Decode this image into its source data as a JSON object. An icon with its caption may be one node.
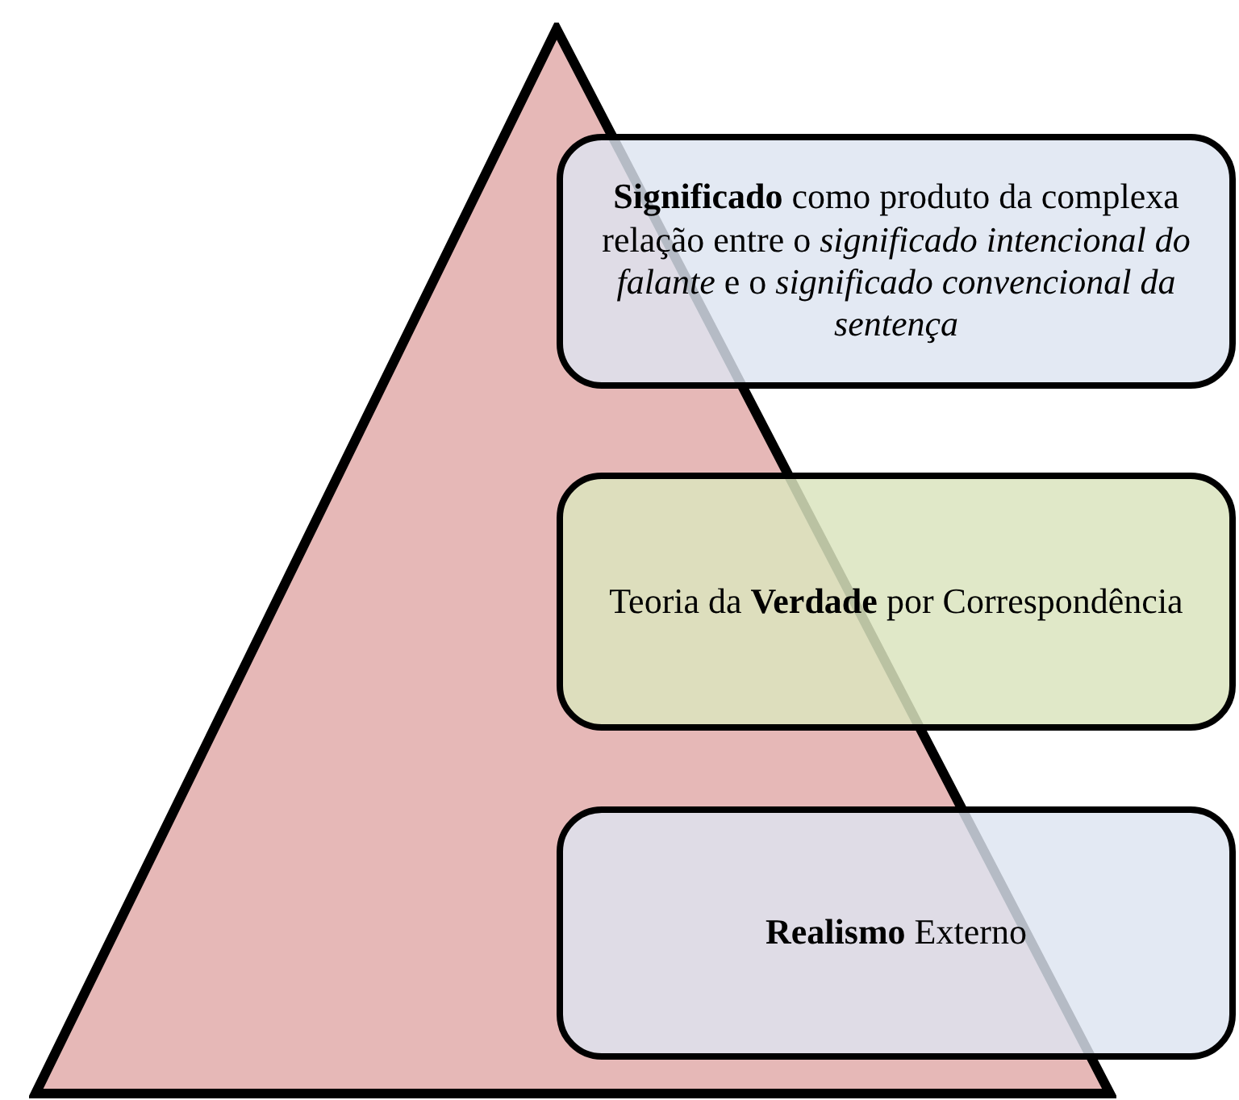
{
  "diagram": {
    "nodes": [
      {
        "text": [],
        "shape": "triangle"
      },
      {
        "text": [
          "**Significado** como produto da complexa relação entre o *significado intencional do falante* e o *significado convencional da sentença*"
        ]
      },
      {
        "text": [
          "Teoria da **Verdade** por Correspondência"
        ]
      },
      {
        "text": [
          "**Realismo** Externo"
        ]
      }
    ]
  }
}
